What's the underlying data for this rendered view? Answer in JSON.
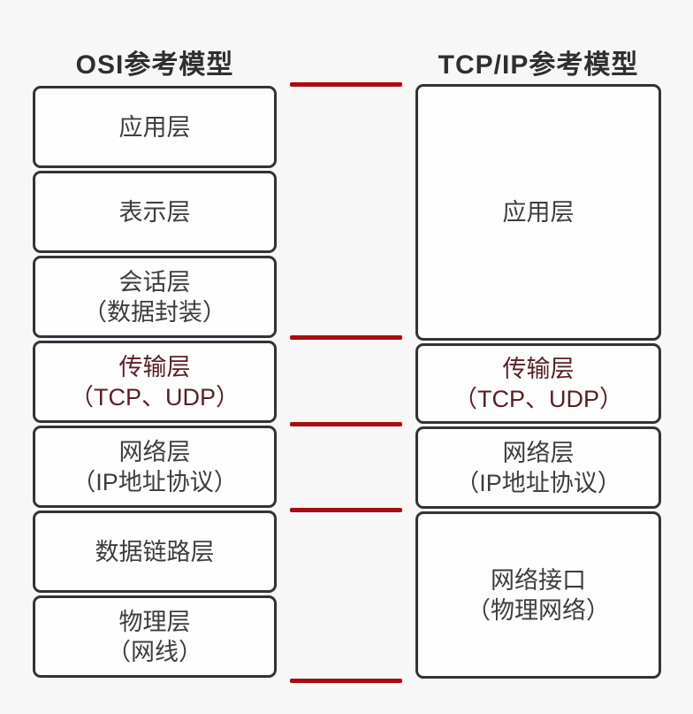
{
  "page": {
    "background_color": "#f8f7f7",
    "box_background_color": "#fefefe",
    "border_color": "#333238",
    "text_color": "#3d3d3d",
    "highlight_text_color": "#571f24",
    "divider_line_color": "#a80d12"
  },
  "osi": {
    "title": "OSI参考模型",
    "layers": [
      {
        "name": "应用层",
        "sub": ""
      },
      {
        "name": "表示层",
        "sub": ""
      },
      {
        "name": "会话层",
        "sub": "（数据封装）"
      },
      {
        "name": "传输层",
        "sub": "（TCP、UDP）",
        "highlight": true
      },
      {
        "name": "网络层",
        "sub": "（IP地址协议）"
      },
      {
        "name": "数据链路层",
        "sub": ""
      },
      {
        "name": "物理层",
        "sub": "（网线）"
      }
    ]
  },
  "tcpip": {
    "title": "TCP/IP参考模型",
    "layers": [
      {
        "name": "应用层",
        "sub": ""
      },
      {
        "name": "传输层",
        "sub": "（TCP、UDP）",
        "highlight": true
      },
      {
        "name": "网络层",
        "sub": "（IP地址协议）"
      },
      {
        "name": "网络接口",
        "sub": "（物理网络）"
      }
    ]
  },
  "dividers": {
    "count": 5,
    "color": "#a80d12",
    "meaning": "layer-boundary correspondence lines between the two models"
  }
}
